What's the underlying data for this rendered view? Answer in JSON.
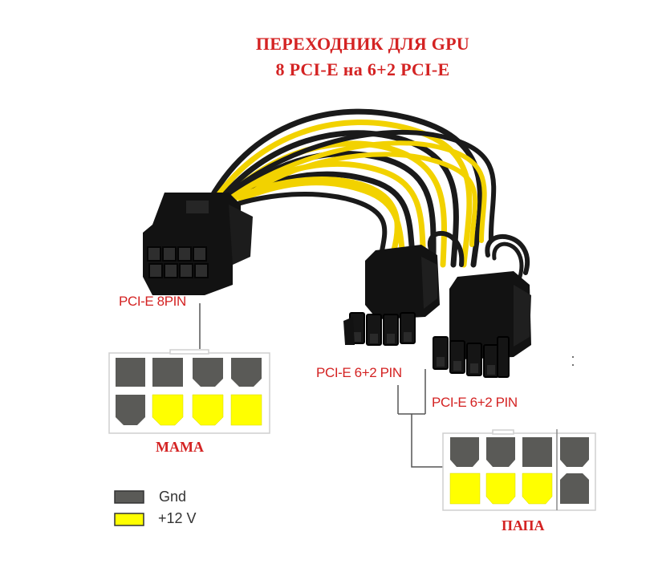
{
  "title": {
    "line1": "ПЕРЕХОДНИК ДЛЯ GPU",
    "line2": "8  PCI-E на  6+2 PCI-E"
  },
  "labels": {
    "pcie_8pin": "PCI-E 8PIN",
    "pcie_62_left": "PCI-E 6+2 PIN",
    "pcie_62_right": "PCI-E 6+2 PIN",
    "female": "МАМА",
    "male": "ПАПА"
  },
  "legend": [
    {
      "label": "Gnd",
      "color": "#5a5a57"
    },
    {
      "label": "+12 V",
      "color": "#ffff00"
    }
  ],
  "colors": {
    "gnd": "#5a5a57",
    "v12": "#ffff00",
    "accent_red": "#d42323",
    "wire_yellow": "#f2d200",
    "wire_black": "#1a1a1a",
    "connector_black": "#121212"
  },
  "pinouts": {
    "female_8pin": {
      "top": [
        "gnd-rounded",
        "gnd-rounded",
        "gnd-chamfer",
        "gnd-chamfer"
      ],
      "bottom": [
        "gnd-chamfer",
        "v12-chamfer",
        "v12-chamfer",
        "v12-square"
      ]
    },
    "male_62pin": {
      "top": [
        "gnd-chamfer",
        "gnd-chamfer",
        "gnd-square",
        "gnd-chamfer"
      ],
      "bottom": [
        "v12-square",
        "v12-chamfer",
        "v12-chamfer",
        "gnd-chamfer"
      ]
    }
  }
}
